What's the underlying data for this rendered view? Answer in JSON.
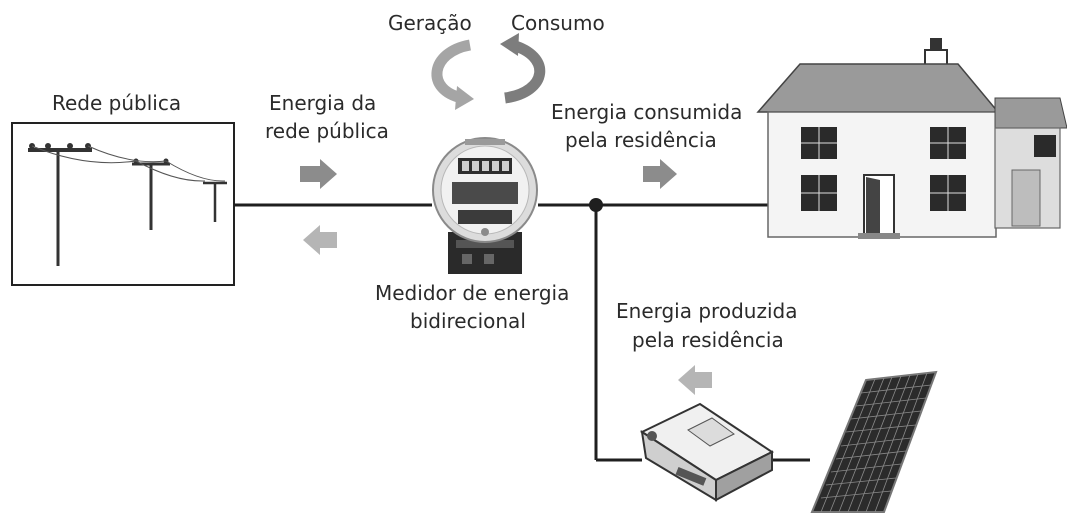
{
  "labels": {
    "rede_publica": "Rede pública",
    "energia_rede_1": "Energia da",
    "energia_rede_2": "rede pública",
    "geracao": "Geração",
    "consumo": "Consumo",
    "consumida_1": "Energia consumida",
    "consumida_2": "pela residência",
    "medidor_1": "Medidor de energia",
    "medidor_2": "bidirecional",
    "produzida_1": "Energia produzida",
    "produzida_2": "pela residência"
  },
  "colors": {
    "line": "#1f1f1f",
    "arrow": "#8c8c8c",
    "arrow_light": "#b5b5b5",
    "roof": "#9a9a9a",
    "wall": "#f4f4f4"
  }
}
